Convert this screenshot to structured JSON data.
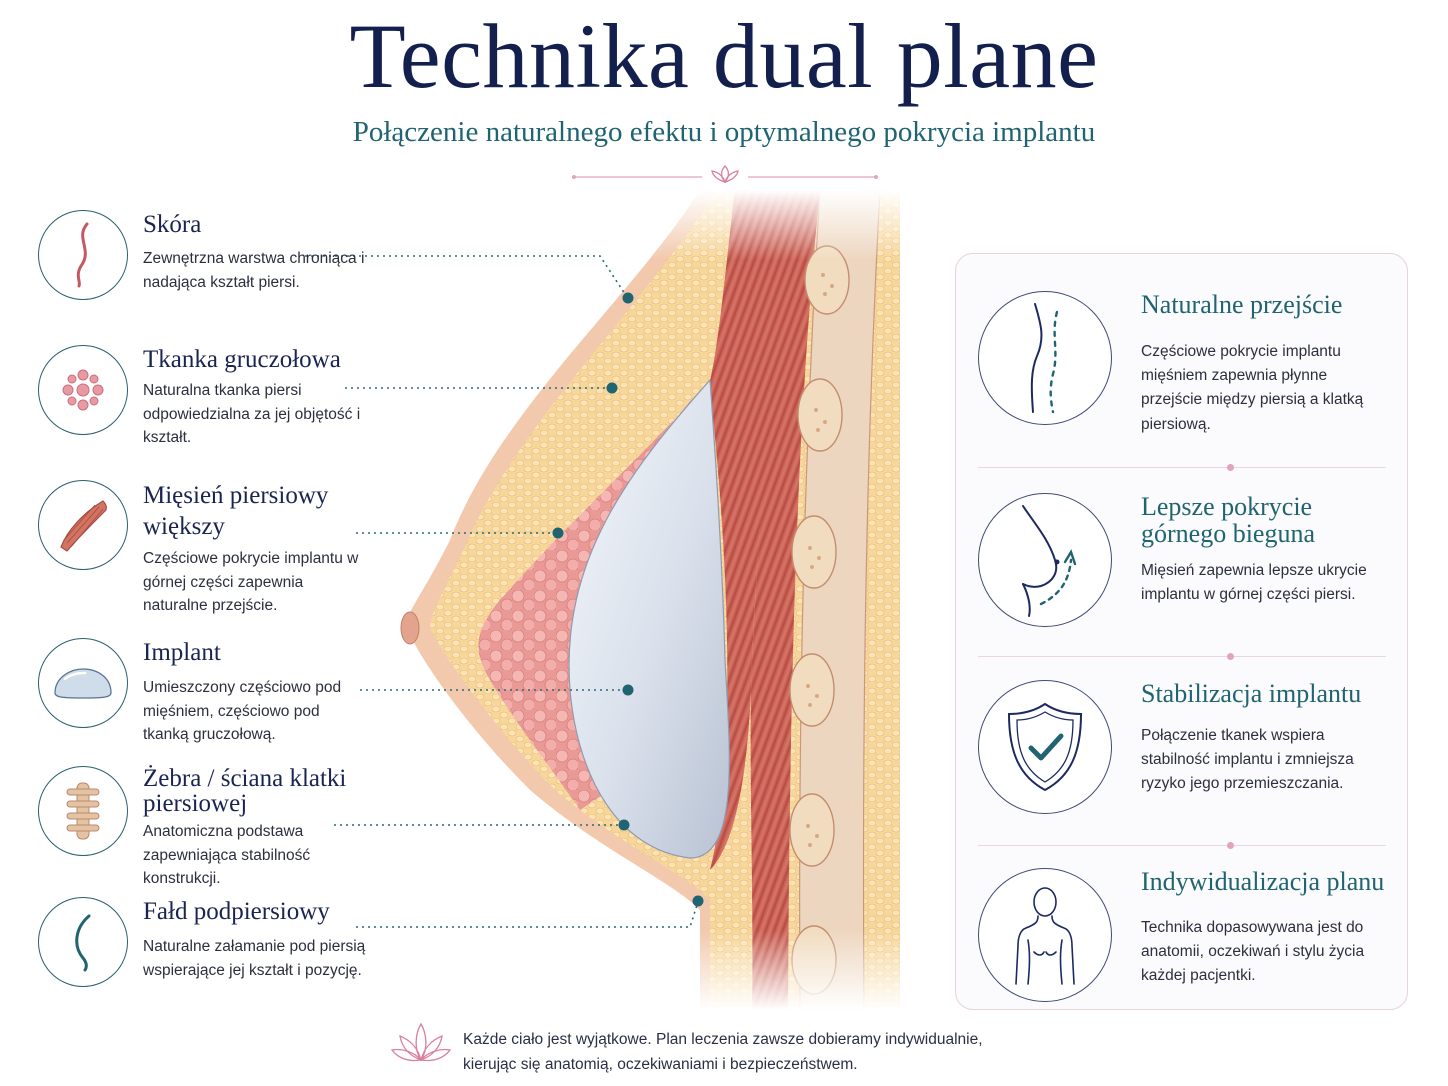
{
  "header": {
    "title": "Technika dual plane",
    "subtitle": "Połączenie naturalnego efektu i optymalnego pokrycia implantu"
  },
  "left_labels": [
    {
      "icon": "skin-strand-icon",
      "heading": "Skóra",
      "description": "Zewnętrzna warstwa chroniąca i nadająca kształt piersi."
    },
    {
      "icon": "gland-cluster-icon",
      "heading": "Tkanka gruczołowa",
      "description": "Naturalna tkanka piersi odpowiedzialna za jej objętość i kształt."
    },
    {
      "icon": "muscle-icon",
      "heading": "Mięsień piersiowy większy",
      "description": "Częściowe pokrycie implantu w górnej części zapewnia naturalne przejście."
    },
    {
      "icon": "implant-icon",
      "heading": "Implant",
      "description": "Umieszczony częściowo pod mięśniem, częściowo pod tkanką gruczołową."
    },
    {
      "icon": "spine-ribs-icon",
      "heading": "Żebra / ściana klatki piersiowej",
      "description": "Anatomiczna podstawa zapewniająca stabilność konstrukcji."
    },
    {
      "icon": "fold-curve-icon",
      "heading": "Fałd podpiersiowy",
      "description": "Naturalne załamanie pod piersią wspierające jej kształt i pozycję."
    }
  ],
  "benefits": [
    {
      "icon": "profile-transition-icon",
      "heading": "Naturalne przejście",
      "description": "Częściowe pokrycie implantu mięśniem zapewnia płynne przejście między piersią a klatką piersiową."
    },
    {
      "icon": "upper-pole-icon",
      "heading": "Lepsze pokrycie górnego bieguna",
      "description": "Mięsień zapewnia lepsze ukrycie implantu w górnej części piersi."
    },
    {
      "icon": "shield-check-icon",
      "heading": "Stabilizacja implantu",
      "description": "Połączenie tkanek wspiera stabilność implantu i zmniejsza ryzyko jego przemieszczania."
    },
    {
      "icon": "person-silhouette-icon",
      "heading": "Indywidualizacja planu",
      "description": "Technika dopasowywana jest do anatomii, oczekiwań i stylu życia każdej pacjentki."
    }
  ],
  "footer": {
    "icon": "lotus-icon",
    "text": "Każde ciało jest wyjątkowe. Plan leczenia zawsze dobieramy indywidualnie, kierując się anatomią, oczekiwaniami i bezpieczeństwem."
  },
  "colors": {
    "title": "#13204d",
    "accent_teal": "#1f6470",
    "accent_pink": "#e4a4b8",
    "skin": "#f2c9ad",
    "fat": "#f7d9a0",
    "muscle": "#c85f55",
    "implant": "#dfe6ef"
  }
}
